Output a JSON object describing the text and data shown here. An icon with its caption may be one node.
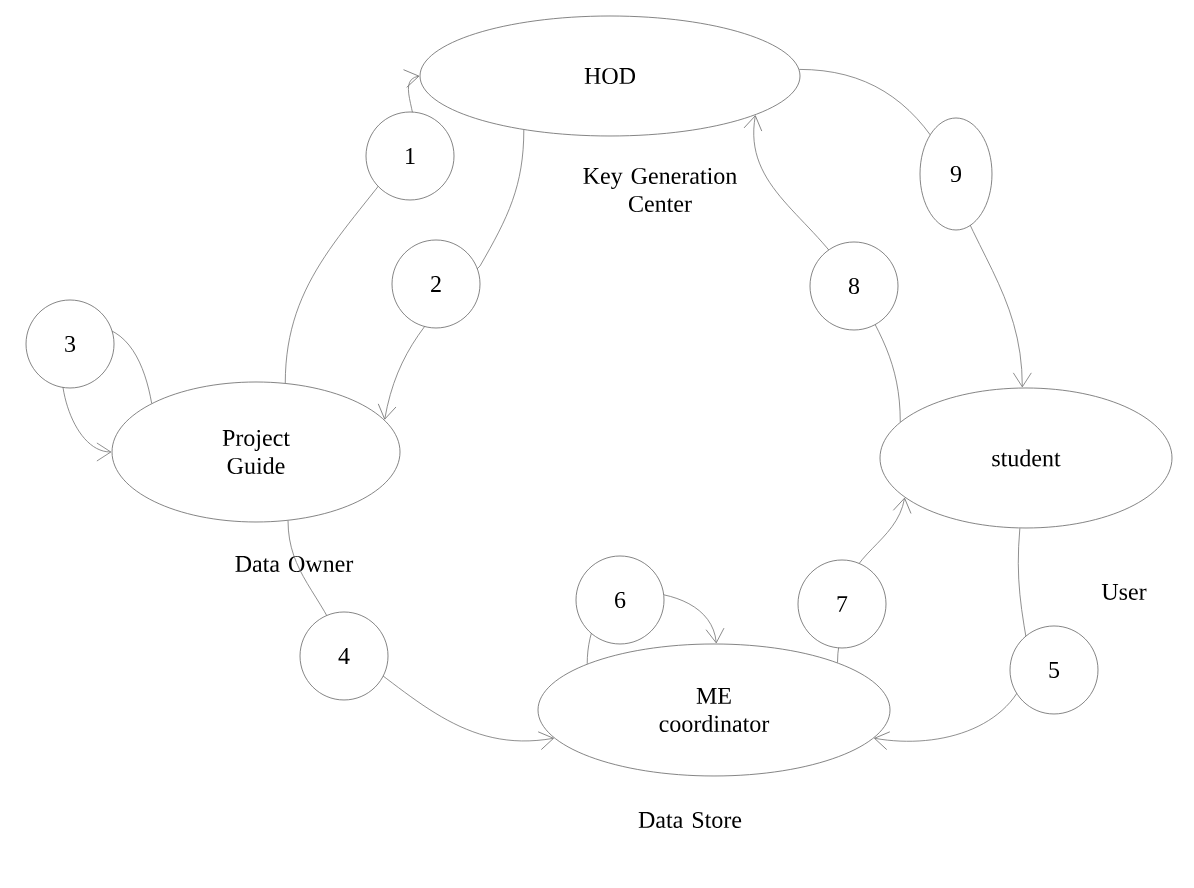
{
  "diagram": {
    "nodes": [
      {
        "text": [
          "HOD"
        ],
        "beside": [
          "Key Generation Center"
        ]
      },
      {
        "text": [
          "Project Guide"
        ],
        "beside": [
          "Data Owner"
        ]
      },
      {
        "text": [
          "student"
        ],
        "beside": [
          "User"
        ]
      },
      {
        "text": [
          "ME coordinator"
        ],
        "beside": [
          "Data Store"
        ]
      }
    ],
    "edges": [
      {
        "from": 1,
        "to": 0,
        "arrow": "to",
        "label": "1"
      },
      {
        "from": 0,
        "to": 1,
        "arrow": "to",
        "label": "2"
      },
      {
        "from": 1,
        "to": 1,
        "arrow": "to",
        "label": "3"
      },
      {
        "from": 1,
        "to": 3,
        "arrow": "to",
        "label": "4"
      },
      {
        "from": 2,
        "to": 3,
        "arrow": "to",
        "label": "5"
      },
      {
        "from": 3,
        "to": 3,
        "arrow": "to",
        "label": "6"
      },
      {
        "from": 3,
        "to": 2,
        "arrow": "to",
        "label": "7"
      },
      {
        "from": 2,
        "to": 0,
        "arrow": "to",
        "label": "8"
      },
      {
        "from": 0,
        "to": 2,
        "arrow": "to",
        "label": "9"
      }
    ]
  }
}
